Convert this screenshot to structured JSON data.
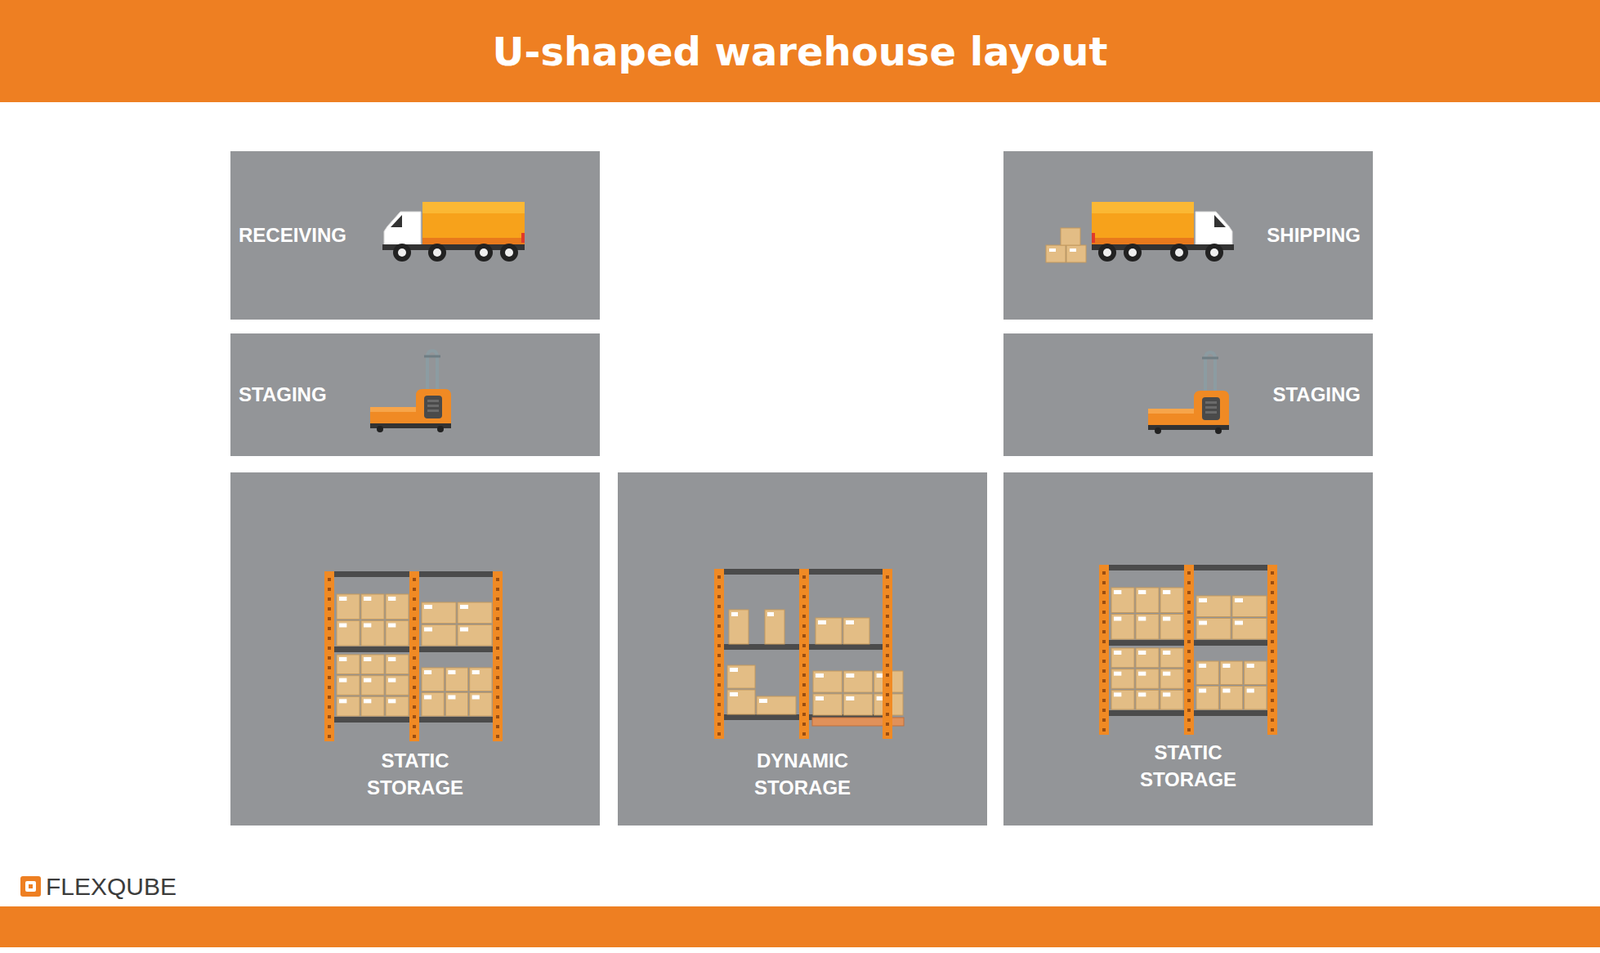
{
  "diagram": {
    "title": "U-shaped warehouse layout",
    "nodes": [
      {
        "text": [
          "RECEIVING"
        ]
      },
      {
        "text": [
          "SHIPPING"
        ]
      },
      {
        "text": [
          "STAGING"
        ]
      },
      {
        "text": [
          "STAGING"
        ]
      },
      {
        "text": [
          "STATIC STORAGE"
        ]
      },
      {
        "text": [
          "DYNAMIC STORAGE"
        ]
      },
      {
        "text": [
          "STATIC STORAGE"
        ]
      }
    ],
    "labels": [
      "FLEXQUBE"
    ]
  }
}
